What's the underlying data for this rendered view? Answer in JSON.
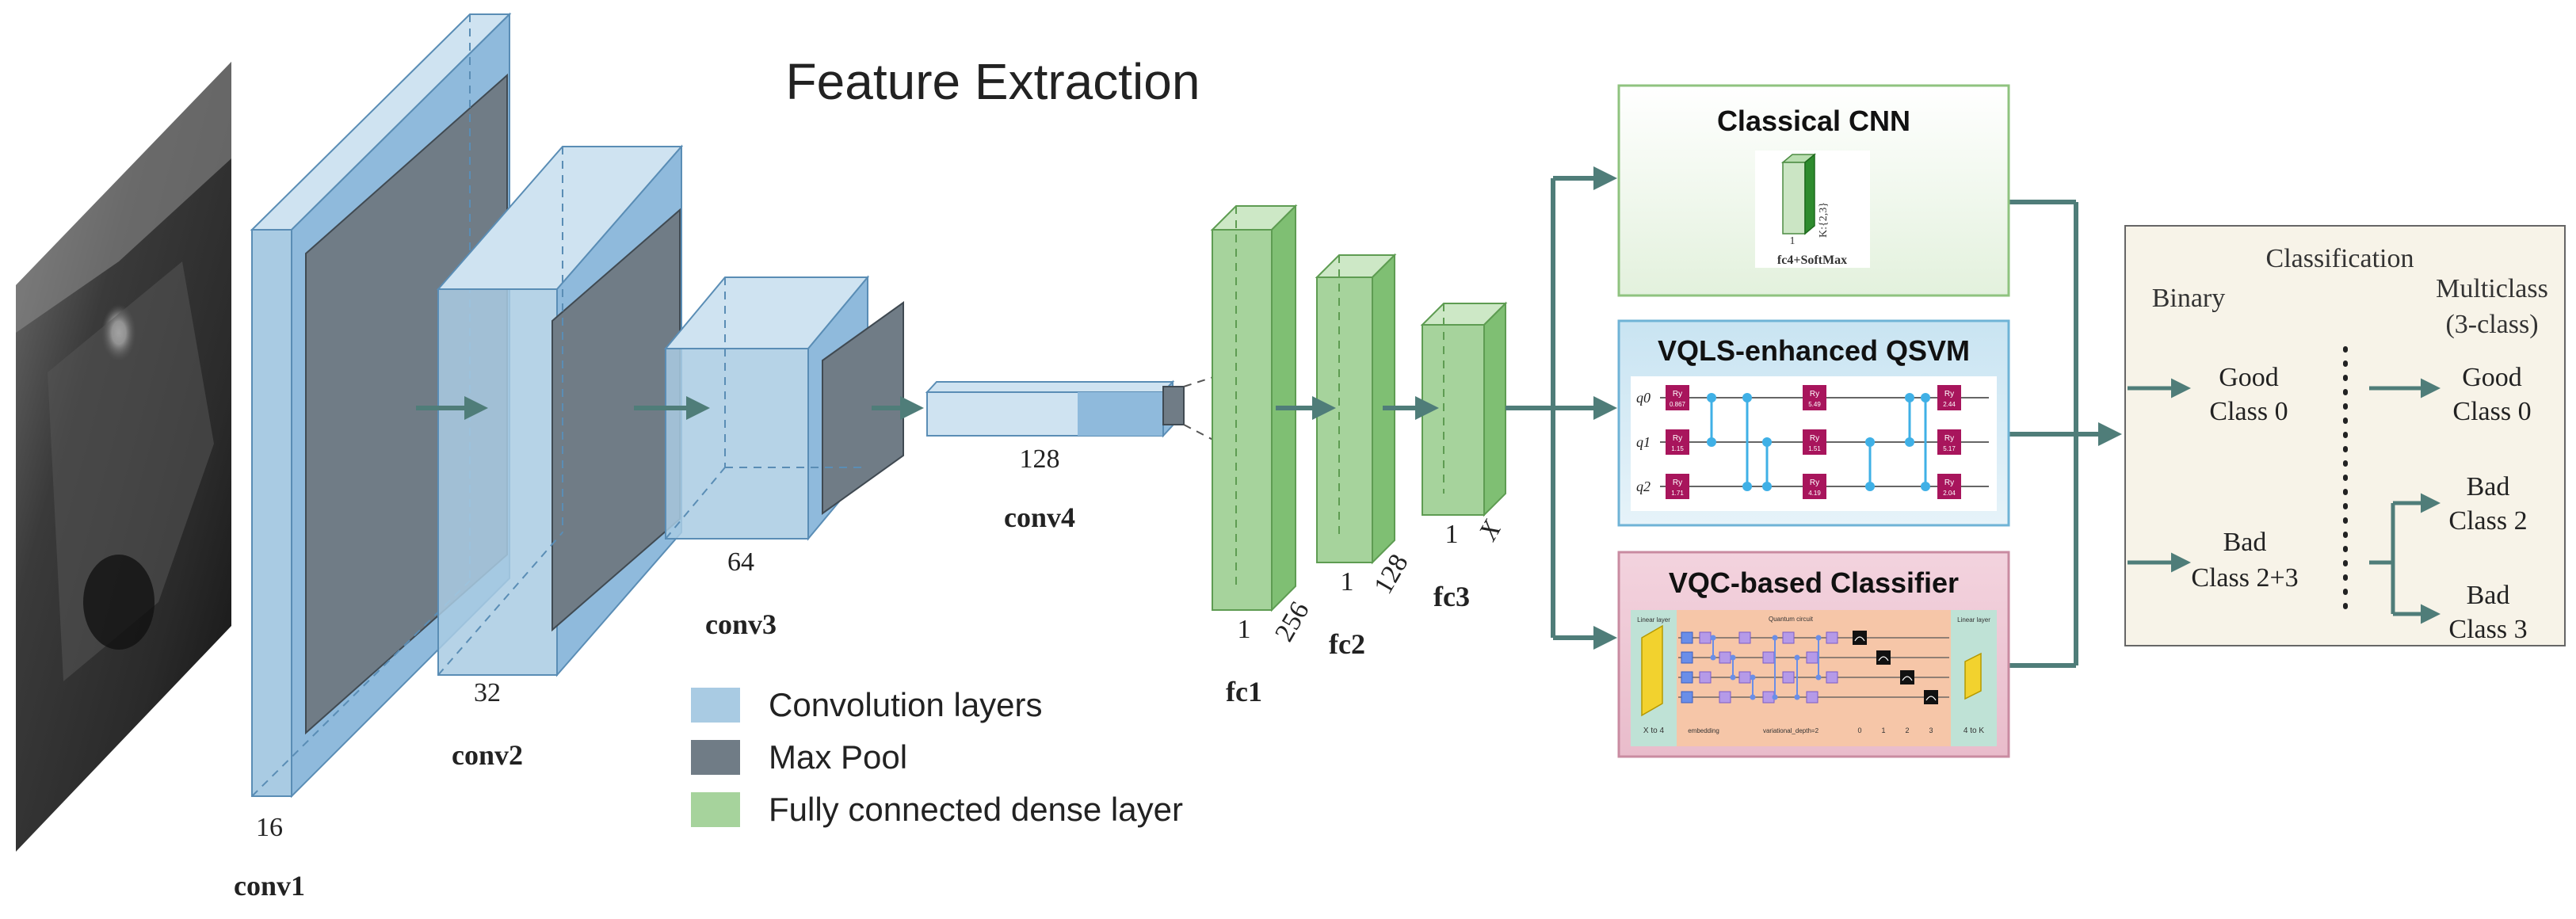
{
  "title": "Feature Extraction",
  "colors": {
    "conv": "#a9cbe3",
    "conv_dark": "#7fb0d6",
    "maxpool": "#707c86",
    "dense": "#a6d39c",
    "dense_dark": "#7fbf73",
    "arrow": "#4f7d79"
  },
  "layers": {
    "conv1": {
      "label": "conv1",
      "size": "16"
    },
    "conv2": {
      "label": "conv2",
      "size": "32"
    },
    "conv3": {
      "label": "conv3",
      "size": "64"
    },
    "conv4": {
      "label": "conv4",
      "size": "128"
    },
    "fc1": {
      "label": "fc1",
      "size_a": "1",
      "size_b": "256"
    },
    "fc2": {
      "label": "fc2",
      "size_a": "1",
      "size_b": "128"
    },
    "fc3": {
      "label": "fc3",
      "size_a": "1",
      "size_b": "X"
    }
  },
  "legend": [
    {
      "label": "Convolution layers",
      "color": "#a9cbe3"
    },
    {
      "label": "Max Pool",
      "color": "#707c86"
    },
    {
      "label": "Fully connected dense layer",
      "color": "#a6d39c"
    }
  ],
  "models": {
    "cnn": {
      "title": "Classical CNN",
      "inner_caption": "fc4+SoftMax",
      "inner_size_a": "1",
      "inner_size_b": "K:{2,3}"
    },
    "qsvm": {
      "title": "VQLS-enhanced QSVM",
      "qubits": [
        "q0",
        "q1",
        "q2"
      ],
      "gate_label": "Ry",
      "gate_values": [
        [
          "0.867",
          "5.49",
          "2.44"
        ],
        [
          "1.15",
          "1.51",
          "5.17"
        ],
        [
          "1.71",
          "4.19",
          "2.04"
        ]
      ]
    },
    "vqc": {
      "title": "VQC-based Classifier",
      "linear_in_label": "Linear layer",
      "linear_in_caption": "X to 4",
      "circuit_label": "Quantum circuit",
      "embedding_label": "embedding",
      "variational_label": "variational_depth=2",
      "linear_out_label": "Linear layer",
      "linear_out_caption": "4 to K",
      "measure_labels": [
        "0",
        "1",
        "2",
        "3"
      ]
    }
  },
  "classification": {
    "title": "Classification",
    "binary_title": "Binary",
    "multiclass_title": "Multiclass",
    "multiclass_sub": "(3-class)",
    "binary_items": [
      {
        "line1": "Good",
        "line2": "Class 0"
      },
      {
        "line1": "Bad",
        "line2": "Class 2+3"
      }
    ],
    "multi_items": [
      {
        "line1": "Good",
        "line2": "Class 0"
      },
      {
        "line1": "Bad",
        "line2": "Class 2"
      },
      {
        "line1": "Bad",
        "line2": "Class 3"
      }
    ]
  }
}
